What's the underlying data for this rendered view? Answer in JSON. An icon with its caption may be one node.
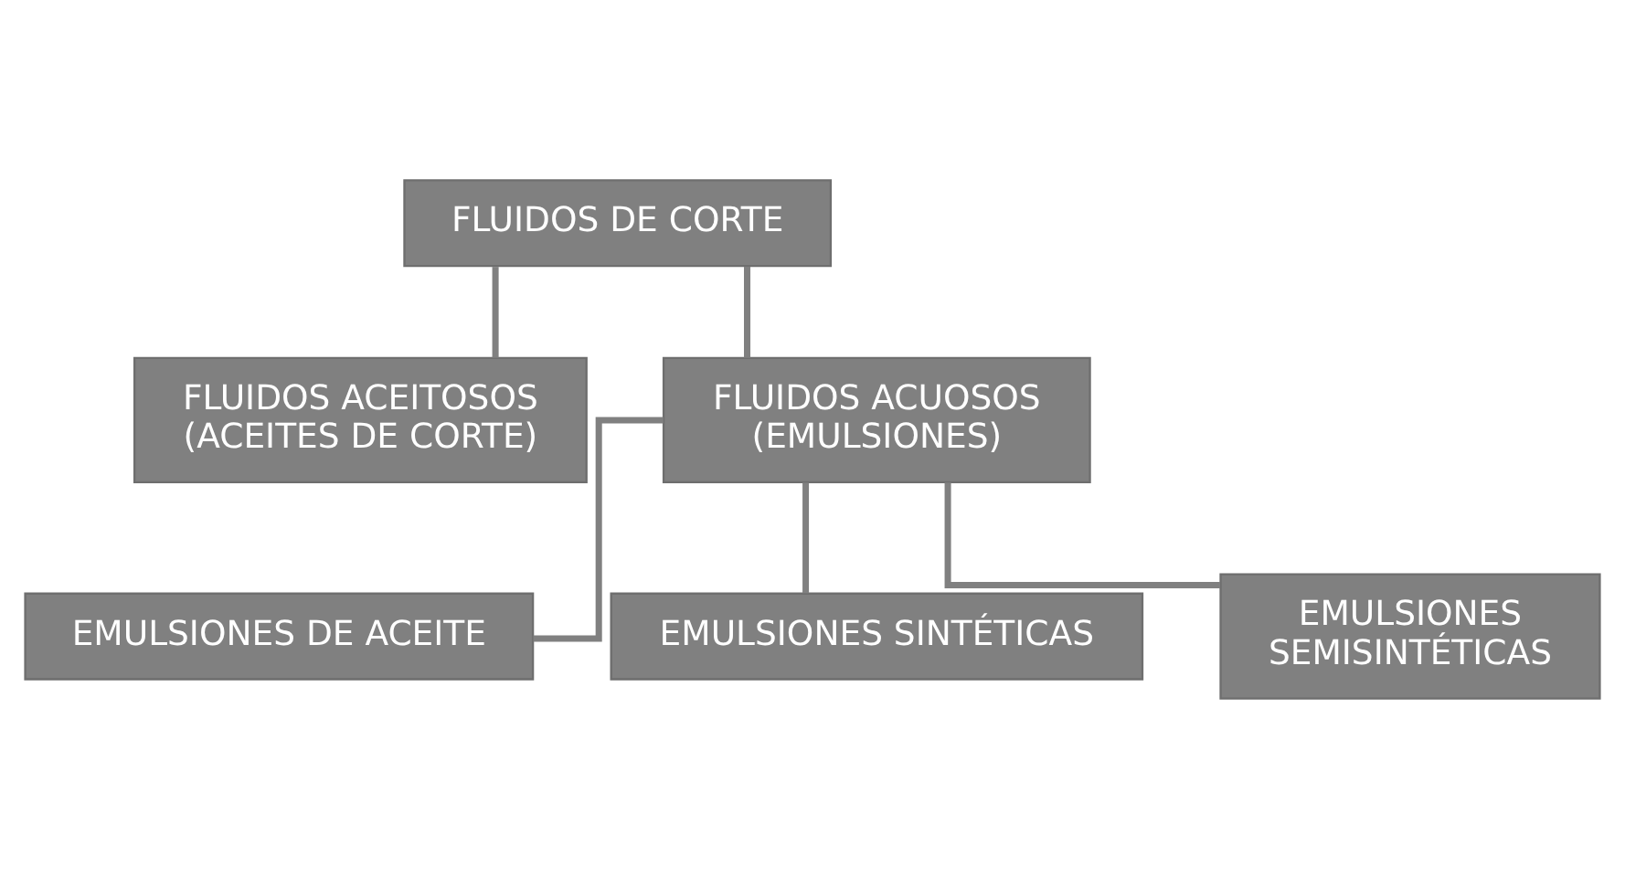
{
  "diagram": {
    "nodes": [
      {
        "text": [
          "FLUIDOS DE CORTE"
        ]
      },
      {
        "text": [
          "FLUIDOS ACEITOSOS (ACEITES DE CORTE)"
        ]
      },
      {
        "text": [
          "FLUIDOS ACUOSOS (EMULSIONES)"
        ]
      },
      {
        "text": [
          "EMULSIONES DE ACEITE"
        ]
      },
      {
        "text": [
          "EMULSIONES SINTÉTICAS"
        ]
      },
      {
        "text": [
          "EMULSIONES SEMISINTÉTICAS"
        ]
      }
    ],
    "edges": [
      {
        "from": 0,
        "to": 1,
        "arrow": "none"
      },
      {
        "from": 0,
        "to": 2,
        "arrow": "none"
      },
      {
        "from": 2,
        "to": 3,
        "arrow": "none"
      },
      {
        "from": 2,
        "to": 4,
        "arrow": "none"
      },
      {
        "from": 2,
        "to": 5,
        "arrow": "none"
      }
    ]
  }
}
